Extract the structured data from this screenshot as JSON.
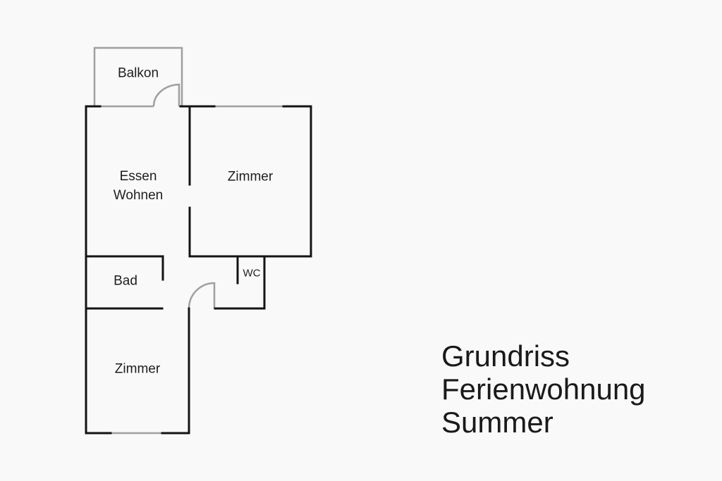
{
  "rooms": {
    "balkon": "Balkon",
    "essen": "Essen",
    "wohnen": "Wohnen",
    "zimmer1": "Zimmer",
    "bad": "Bad",
    "wc": "WC",
    "zimmer2": "Zimmer"
  },
  "title": {
    "line1": "Grundriss",
    "line2": "Ferienwohnung",
    "line3": "Summer"
  },
  "colors": {
    "wall": "#141414",
    "window": "#a0a0a0",
    "background": "#f9f9f9"
  }
}
